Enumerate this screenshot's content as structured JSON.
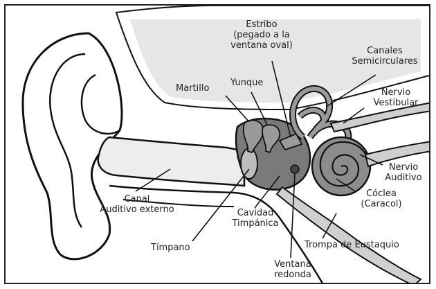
{
  "diagram": {
    "colors": {
      "outline": "#111111",
      "skin": "#ffffff",
      "tissue": "#d9d9d9",
      "cavity": "#6e6e6e",
      "inner": "#8c8c8c",
      "canal": "#ececec"
    },
    "labels": {
      "estribo": [
        "Estribo",
        "(pegado a la",
        "ventana oval)"
      ],
      "canales": [
        "Canales",
        "Semicirculares"
      ],
      "martillo": "Martillo",
      "yunque": "Yunque",
      "nervio_vestibular": [
        "Nervio",
        "Vestibular"
      ],
      "nervio_auditivo": [
        "Nervio",
        "Auditivo"
      ],
      "canal_auditivo": [
        "Canal",
        "Auditivo externo"
      ],
      "coclea": [
        "Cóclea",
        "(Caracol)"
      ],
      "cavidad": [
        "Cavidad",
        "Timpánica"
      ],
      "timpano": "Tímpano",
      "trompa": "Trompa de Eustaquio",
      "ventana_redonda": [
        "Ventana",
        "redonda"
      ]
    }
  }
}
